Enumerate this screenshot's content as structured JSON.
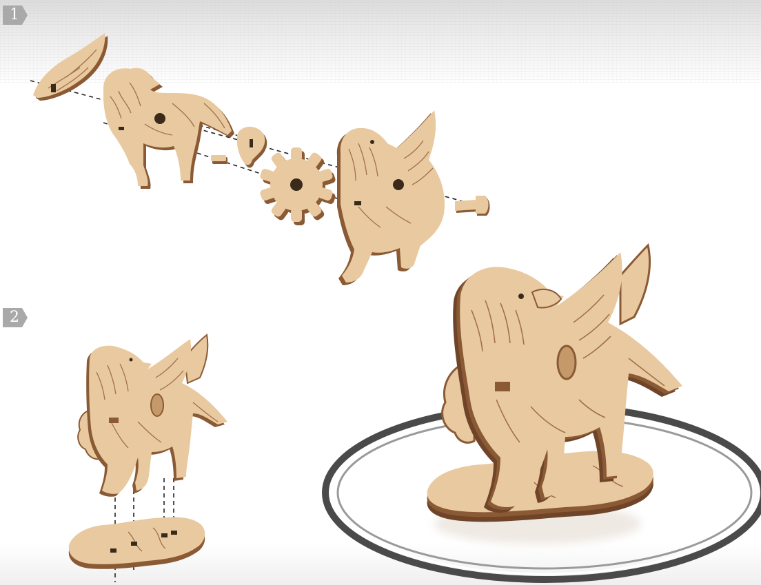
{
  "steps": [
    {
      "number": "1"
    },
    {
      "number": "2"
    }
  ],
  "colors": {
    "wood_face": "#e9c9a0",
    "wood_edge": "#8a5a35",
    "wood_line": "#a0704a",
    "badge": "#a9a9a9",
    "ring_dark": "#4a4a4a",
    "ring_light": "#9a9a9a",
    "guide": "#222222"
  },
  "icons": [
    "griffin-body-left-piece",
    "wing-piece",
    "head-cap-piece",
    "gear-piece",
    "griffin-body-right-piece",
    "peg-piece",
    "connector-piece",
    "stand-base-piece",
    "display-ring"
  ]
}
